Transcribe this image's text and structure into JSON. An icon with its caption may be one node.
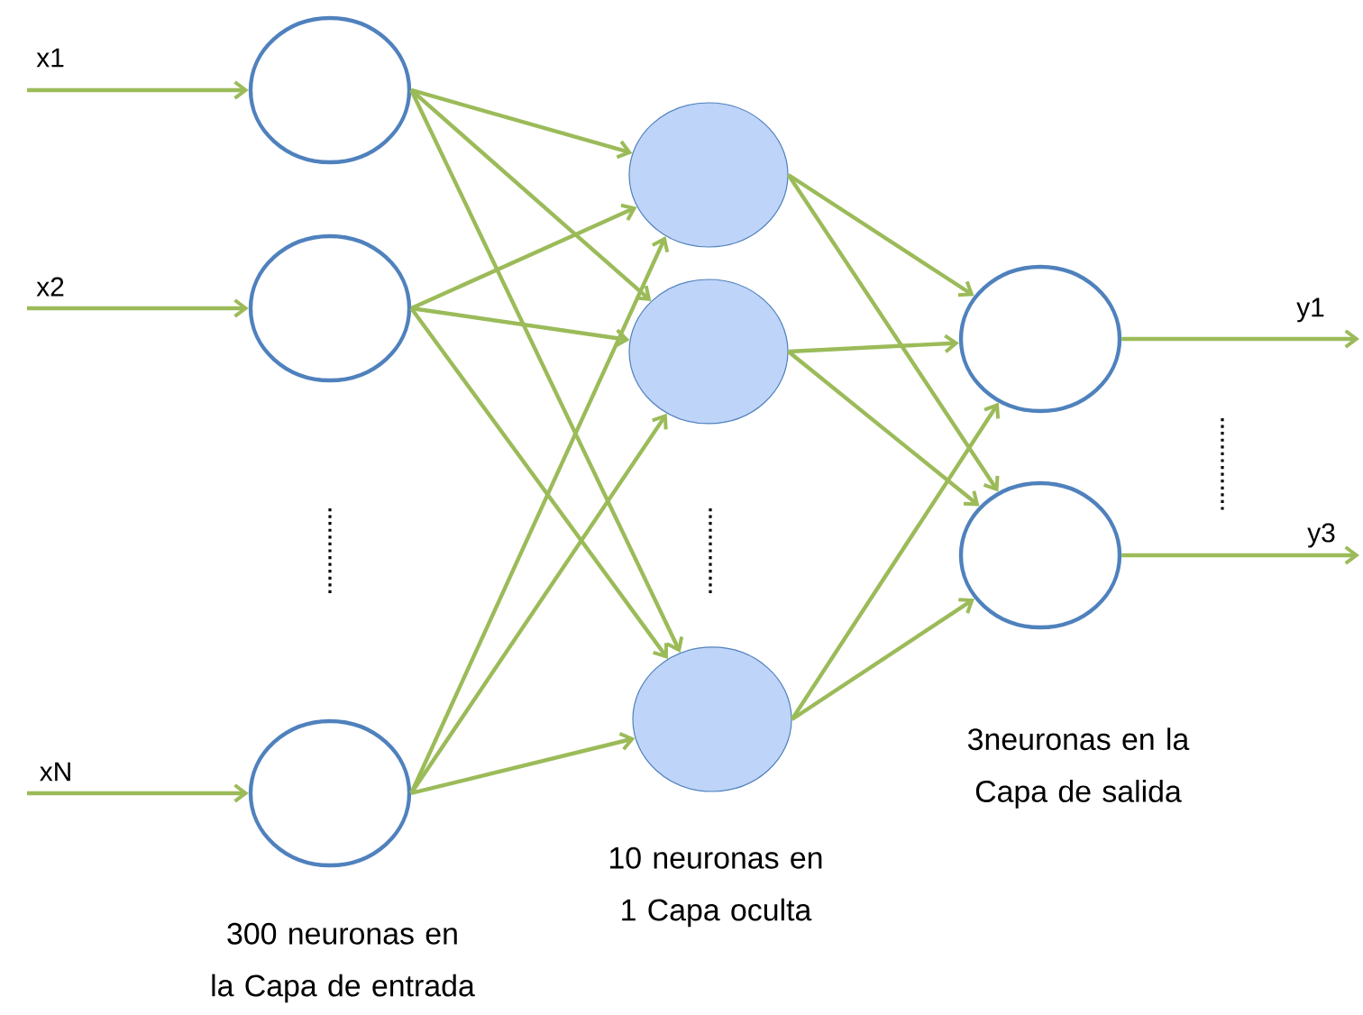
{
  "diagram": {
    "nodes": [
      {
        "text": [],
        "shape": "circle"
      },
      {
        "text": [],
        "shape": "circle"
      },
      {
        "text": [],
        "shape": "circle"
      },
      {
        "text": [],
        "shape": "circle"
      },
      {
        "text": [],
        "shape": "circle"
      },
      {
        "text": [],
        "shape": "circle"
      },
      {
        "text": [],
        "shape": "circle"
      },
      {
        "text": [],
        "shape": "circle"
      }
    ],
    "edges": [
      {
        "from": null,
        "to": 0,
        "arrow": "to",
        "label": "x1"
      },
      {
        "from": null,
        "to": 1,
        "arrow": "to",
        "label": "x2"
      },
      {
        "from": null,
        "to": 2,
        "arrow": "to",
        "label": "xN"
      },
      {
        "from": 0,
        "to": 3,
        "arrow": "to"
      },
      {
        "from": 0,
        "to": 4,
        "arrow": "to"
      },
      {
        "from": 0,
        "to": 5,
        "arrow": "to"
      },
      {
        "from": 1,
        "to": 3,
        "arrow": "to"
      },
      {
        "from": 1,
        "to": 4,
        "arrow": "to"
      },
      {
        "from": 1,
        "to": 5,
        "arrow": "to"
      },
      {
        "from": 2,
        "to": 3,
        "arrow": "to"
      },
      {
        "from": 2,
        "to": 4,
        "arrow": "to"
      },
      {
        "from": 2,
        "to": 5,
        "arrow": "to"
      },
      {
        "from": 3,
        "to": 6,
        "arrow": "to"
      },
      {
        "from": 3,
        "to": 7,
        "arrow": "to"
      },
      {
        "from": 4,
        "to": 6,
        "arrow": "to"
      },
      {
        "from": 4,
        "to": 7,
        "arrow": "to"
      },
      {
        "from": 5,
        "to": 6,
        "arrow": "to"
      },
      {
        "from": 5,
        "to": 7,
        "arrow": "to"
      },
      {
        "from": 6,
        "to": null,
        "arrow": "to",
        "label": "y1"
      },
      {
        "from": 7,
        "to": null,
        "arrow": "to",
        "label": "y3"
      }
    ],
    "labels": [
      "3neuronas en la Capa de salida",
      "10 neuronas en 1 Capa oculta",
      "300 neuronas en la Capa de entrada"
    ]
  }
}
